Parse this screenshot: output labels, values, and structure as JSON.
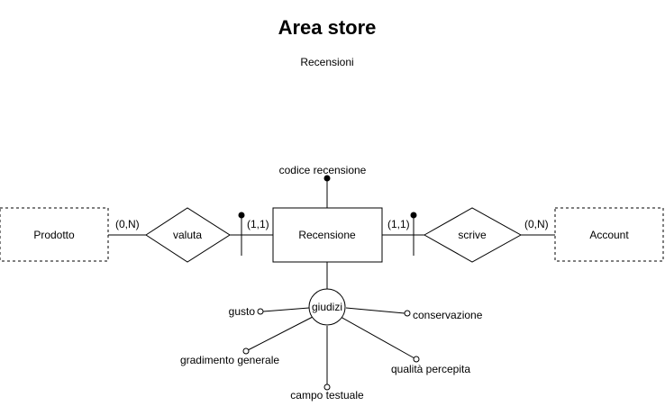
{
  "title": "Area store",
  "subtitle": "Recensioni",
  "entities": {
    "prodotto": "Prodotto",
    "recensione": "Recensione",
    "account": "Account"
  },
  "relationships": {
    "valuta": "valuta",
    "scrive": "scrive"
  },
  "cardinalities": {
    "prodotto_valuta": "(0,N)",
    "valuta_recensione": "(1,1)",
    "recensione_scrive": "(1,1)",
    "scrive_account": "(0,N)"
  },
  "attributes": {
    "key": "codice recensione",
    "composite": "giudizi",
    "gusto": "gusto",
    "conservazione": "conservazione",
    "gradimento": "gradimento generale",
    "qualita": "qualità percepita",
    "campo": "campo testuale"
  },
  "styles": {
    "weak_entity_border": "dashed",
    "line_color": "#000000",
    "fill_color": "#ffffff"
  }
}
